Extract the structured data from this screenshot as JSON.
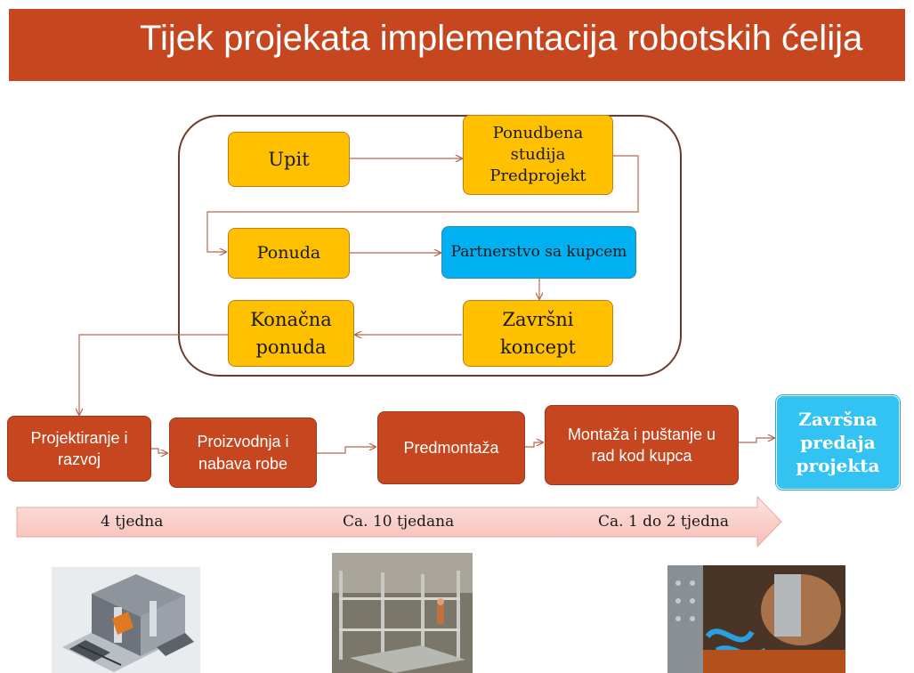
{
  "title": "Tijek projekata implementacija robotskih ćelija",
  "flow": {
    "upit": "Upit",
    "ponudbena": "Ponudbena studija Predprojekt",
    "ponuda": "Ponuda",
    "partnerstvo": "Partnerstvo sa kupcem",
    "zavrsni_koncept": "Završni koncept",
    "konacna": "Konačna ponuda"
  },
  "phases": {
    "projektiranje": "Projektiranje i razvoj",
    "proizvodnja": "Proizvodnja i nabava robe",
    "predmontaza": "Predmontaža",
    "montaza": "Montaža i puštanje u rad kod kupca",
    "zavrsna": "Završna predaja projekta"
  },
  "timeline": {
    "t1": "4 tjedna",
    "t2": "Ca. 10 tjedana",
    "t3": "Ca. 1 do 2 tjedna"
  },
  "colors": {
    "header": "#c6461f",
    "box_orange": "#ffc000",
    "box_cyan": "#00b0f0",
    "phase": "#c6461f",
    "arrow_fill": "#f8c8c2"
  },
  "images": [
    "cad-robot-cell-render",
    "workshop-assembly-photo",
    "robot-machining-photo"
  ]
}
